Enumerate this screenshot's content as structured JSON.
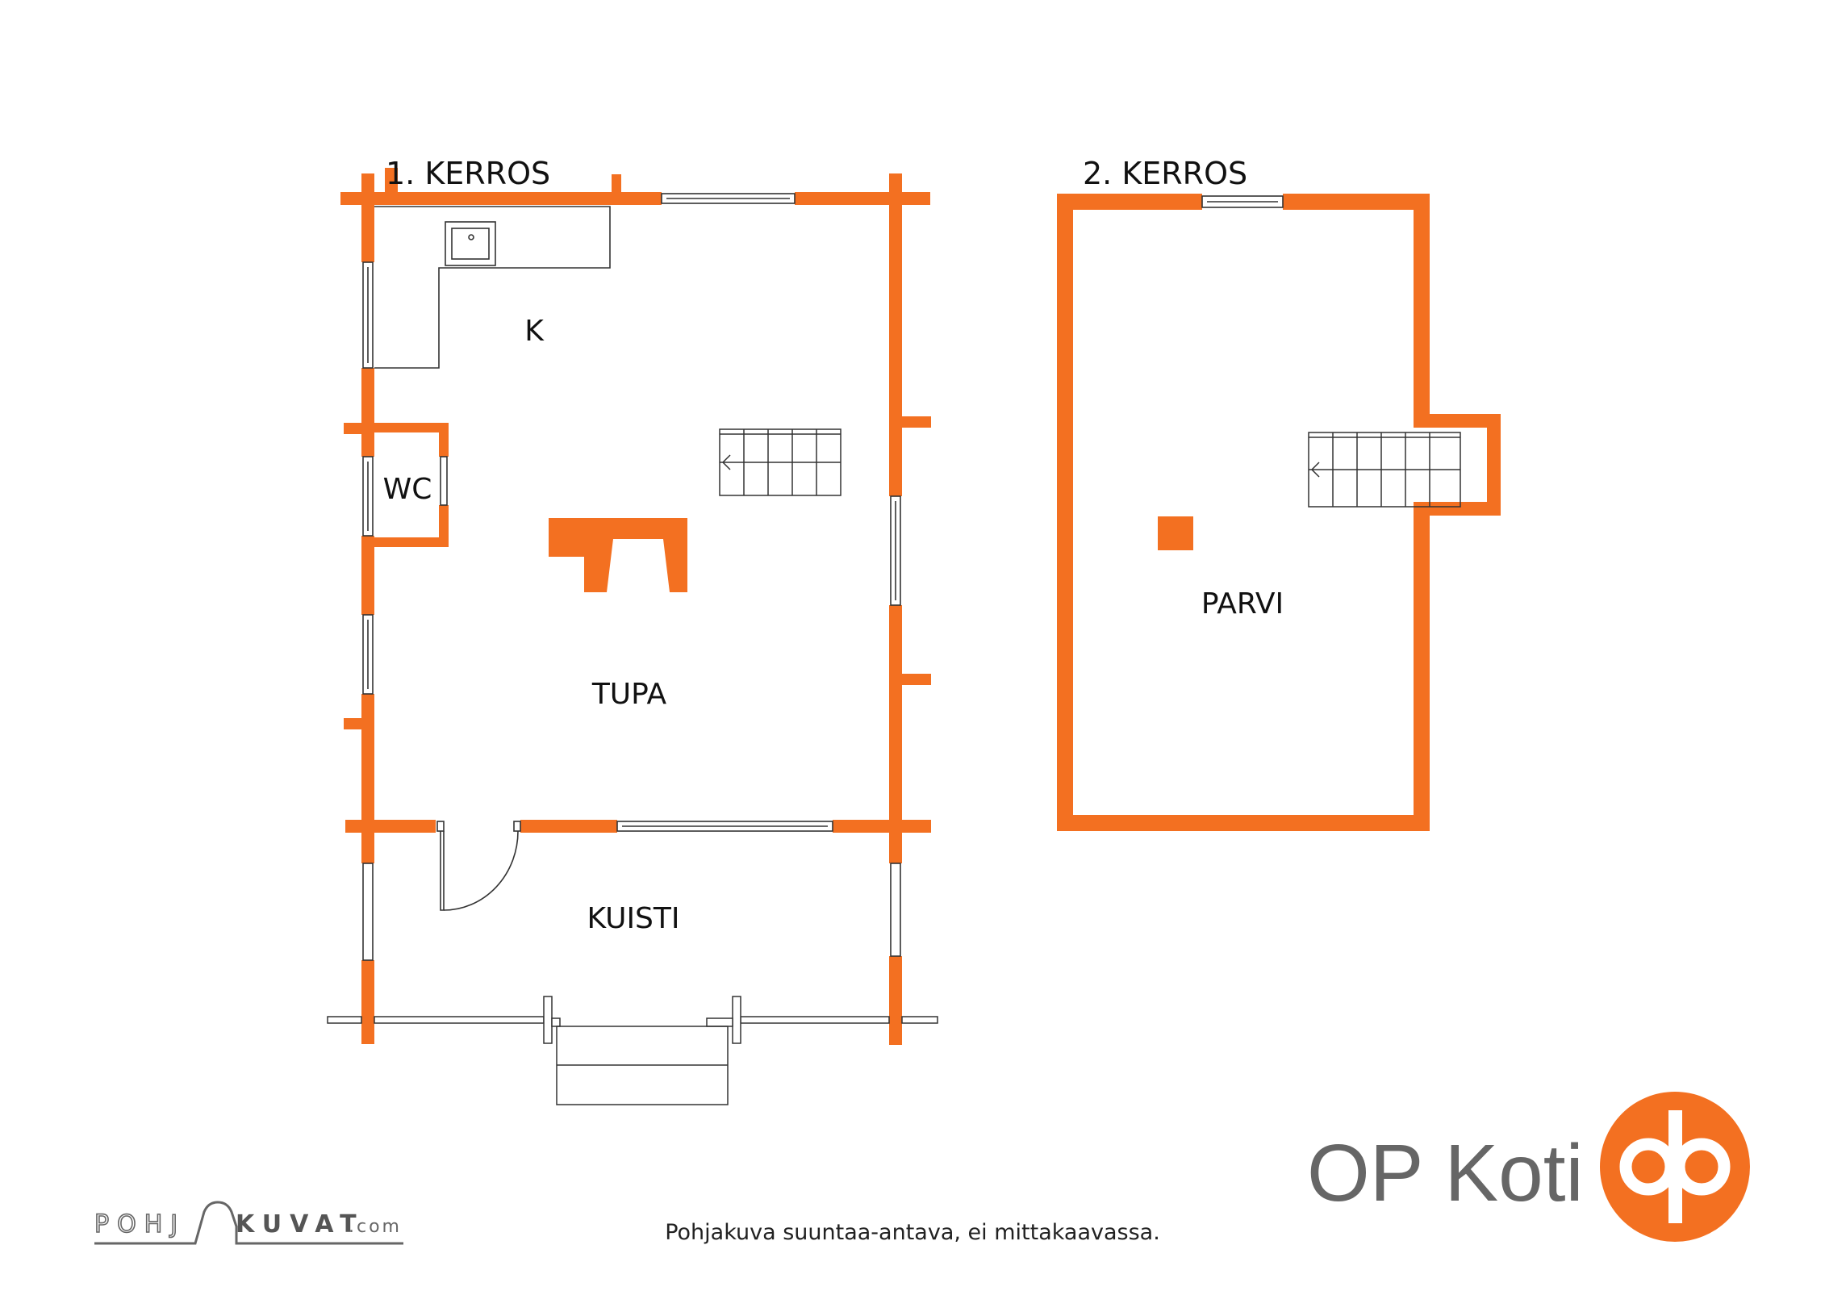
{
  "floors": {
    "first": {
      "title": "1. KERROS"
    },
    "second": {
      "title": "2. KERROS"
    }
  },
  "rooms": {
    "kitchen": "K",
    "wc": "WC",
    "tupa": "TUPA",
    "kuisti": "KUISTI",
    "parvi": "PARVI"
  },
  "footer": {
    "note": "Pohjakuva suuntaa-antava, ei mittakaavassa.",
    "pohjakuvat_left": "POHJ",
    "pohjakuvat_right": "KUVAT",
    "pohjakuvat_domain": ".com",
    "brand": "OP Koti"
  },
  "colors": {
    "wall": "#F37021",
    "line": "#333333",
    "brand_text": "#666666"
  }
}
